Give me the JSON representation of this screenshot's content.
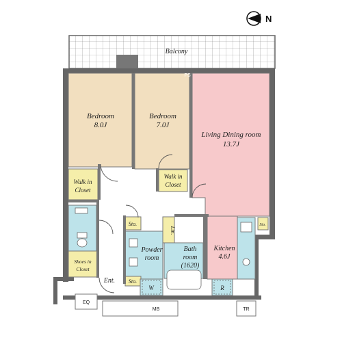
{
  "compass": {
    "letter": "N"
  },
  "labels": {
    "balcony": "Balcony",
    "ps": "PS",
    "bedroom1": {
      "name": "Bedroom",
      "size": "8.0J"
    },
    "bedroom2": {
      "name": "Bedroom",
      "size": "7.0J"
    },
    "living": {
      "name": "Living Dining room",
      "size": "13.7J"
    },
    "wic1": {
      "line1": "Walk in",
      "line2": "Closet"
    },
    "wic2": {
      "line1": "Walk in",
      "line2": "Closet"
    },
    "storage1": "Sto.",
    "storage2": "Sto.",
    "storage3": "Sto.",
    "linen": "Lin.",
    "powder": {
      "line1": "Powder",
      "line2": "room"
    },
    "bath": {
      "line1": "Bath",
      "line2": "room",
      "line3": "(1620)"
    },
    "kitchen": {
      "name": "Kitchen",
      "size": "4.6J"
    },
    "shoes": {
      "line1": "Shoes in",
      "line2": "Closet"
    },
    "entrance": "Ent.",
    "washer": "W",
    "fridge": "R",
    "eq": "EQ",
    "mb": "MB",
    "tr": "TR"
  },
  "colors": {
    "bedroom": "#f2dfbf",
    "living": "#f7c9cb",
    "wet": "#bde3ea",
    "closet": "#f5eeaa",
    "wall": "#666666"
  }
}
